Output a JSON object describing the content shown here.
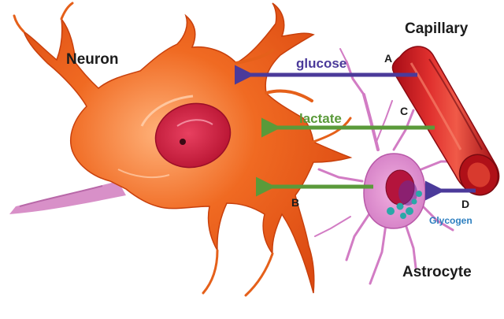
{
  "labels": {
    "neuron": "Neuron",
    "capillary": "Capillary",
    "astrocyte": "Astrocyte",
    "glucose": "glucose",
    "lactate": "lactate",
    "glycogen": "Glycogen",
    "a": "A",
    "b": "B",
    "c": "C",
    "d": "D"
  },
  "colors": {
    "glucose_arrow": "#4b3a9a",
    "lactate_arrow": "#5a9a3a",
    "glycogen_text": "#2d7fc0",
    "neuron_body": "#ee5a1c",
    "nucleus": "#c81e3c",
    "capillary": "#c8141e",
    "astrocyte": "#d886c8",
    "glycogen_granule": "#2aa8a8"
  },
  "icons": {
    "neuron": "neuron-cell-illustration",
    "capillary": "blood-vessel-illustration",
    "astrocyte": "astrocyte-cell-illustration",
    "glycogen": "glycogen-granules"
  }
}
